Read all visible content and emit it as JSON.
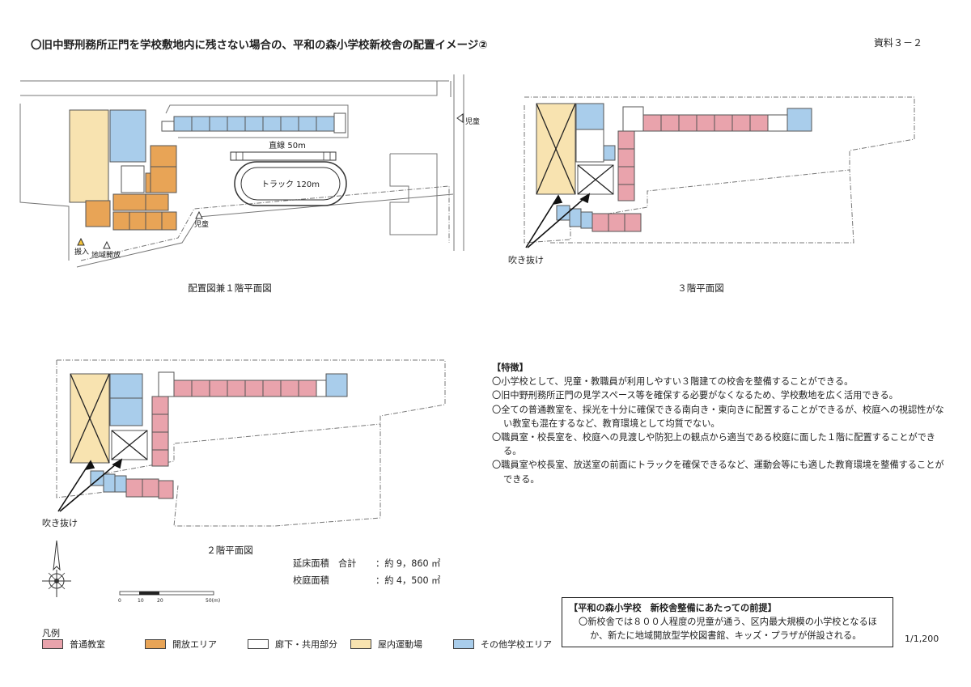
{
  "header": {
    "title": "〇旧中野刑務所正門を学校敷地内に残さない場合の、平和の森小学校新校舎の配置イメージ②",
    "doc_no": "資料３－２"
  },
  "plan1": {
    "caption": "配置図兼１階平面図",
    "straight": "直線 50m",
    "track": "トラック 120m",
    "child_a": "児童",
    "child_b": "児童",
    "delivery": "搬入",
    "community": "地域開放"
  },
  "plan3": {
    "caption": "３階平面図",
    "atrium": "吹き抜け"
  },
  "plan2": {
    "caption": "２階平面図",
    "atrium": "吹き抜け"
  },
  "scale_bar": {
    "ticks": [
      "0",
      "10",
      "20",
      "50(m)"
    ]
  },
  "area": {
    "total_label": "延床面積　合計",
    "total_value": "：約 9，860 ㎡",
    "yard_label": "校庭面積",
    "yard_value": "：約 4，500 ㎡"
  },
  "features": {
    "heading": "【特徴】",
    "items": [
      "〇小学校として、児童・教職員が利用しやすい３階建ての校舎を整備することができる。",
      "〇旧中野刑務所正門の見学スペース等を確保する必要がなくなるため、学校敷地を広く活用できる。",
      "〇全ての普通教室を、採光を十分に確保できる南向き・東向きに配置することができるが、校庭への視認性がない教室も混在するなど、教育環境として均質でない。",
      "〇職員室・校長室を、校庭への見渡しや防犯上の観点から適当である校庭に面した１階に配置することができる。",
      "〇職員室や校長室、放送室の前面にトラックを確保できるなど、運動会等にも適した教育環境を整備することができる。"
    ]
  },
  "premise": {
    "heading": "【平和の森小学校　新校舎整備にあたっての前提】",
    "text": "〇新校舎では８００人程度の児童が通う、区内最大規模の小学校となるほか、新たに地域開放型学校図書館、キッズ・プラザが併設される。"
  },
  "legend": {
    "title": "凡例",
    "items": [
      {
        "label": "普通教室",
        "color": "#e9a3ac"
      },
      {
        "label": "開放エリア",
        "color": "#e8a456"
      },
      {
        "label": "廊下・共用部分",
        "color": "#ffffff"
      },
      {
        "label": "屋内運動場",
        "color": "#f8e3b0"
      },
      {
        "label": "その他学校エリア",
        "color": "#a9cdeb"
      }
    ]
  },
  "scale": "1/1,200"
}
